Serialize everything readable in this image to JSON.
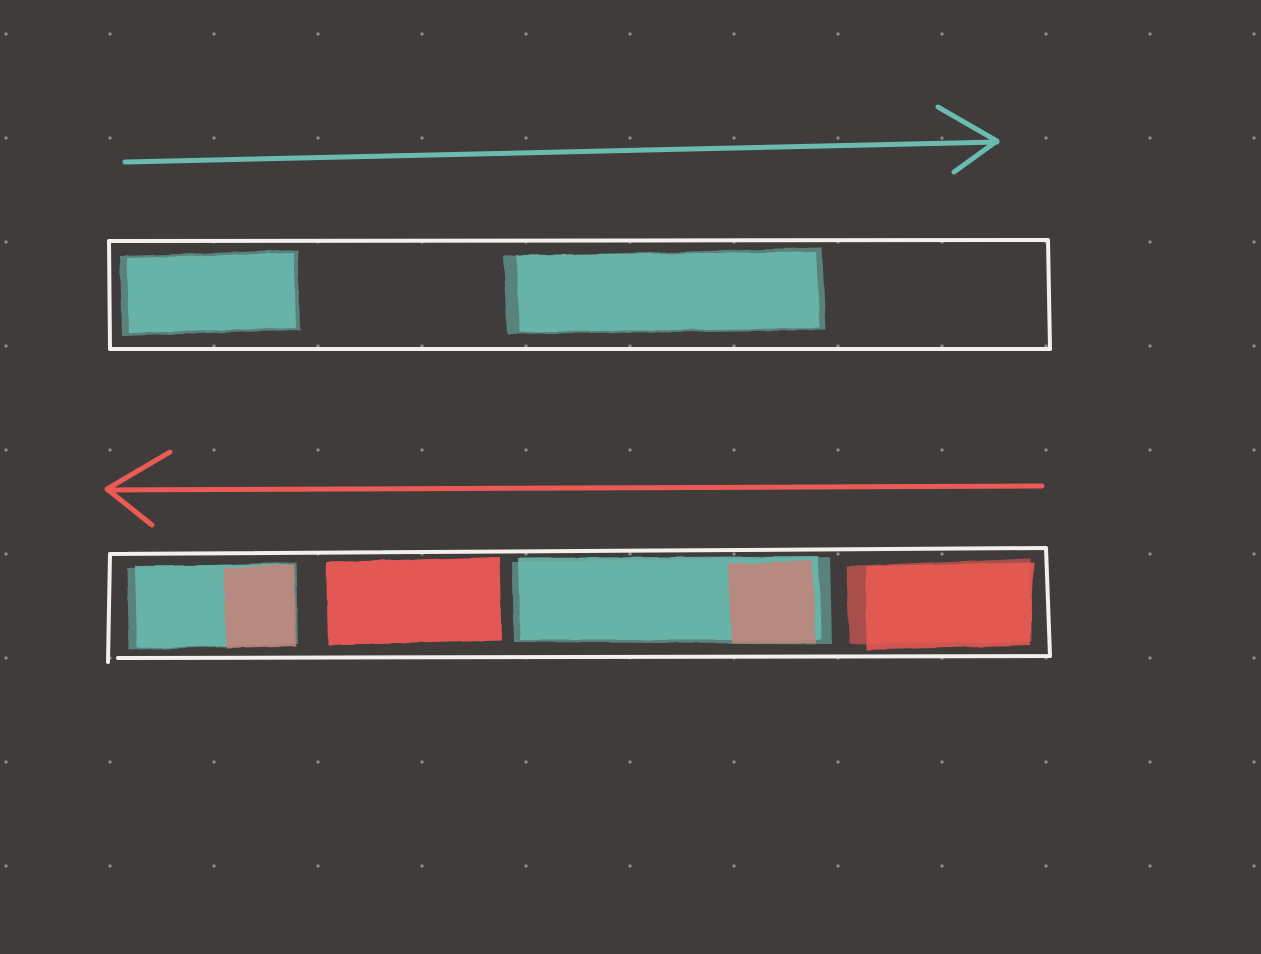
{
  "canvas": {
    "background_color": "#403c3b",
    "dot_grid": true,
    "dot_color": "#8e8a86"
  },
  "colors": {
    "teal": "#6bbcb0",
    "red": "#ec5a55",
    "overlap": "#bf857d",
    "outline": "#f2f0ec"
  },
  "diagram": {
    "arrows": [
      {
        "id": "forward",
        "direction": "right",
        "color": "teal"
      },
      {
        "id": "backward",
        "direction": "left",
        "color": "red"
      }
    ],
    "tracks": [
      {
        "id": "track-1",
        "segments": [
          {
            "color": "teal"
          },
          {
            "color": "teal"
          }
        ]
      },
      {
        "id": "track-2",
        "segments": [
          {
            "color": "teal",
            "overlap": "right"
          },
          {
            "color": "red"
          },
          {
            "color": "teal",
            "overlap": "right"
          },
          {
            "color": "red"
          }
        ]
      }
    ]
  }
}
